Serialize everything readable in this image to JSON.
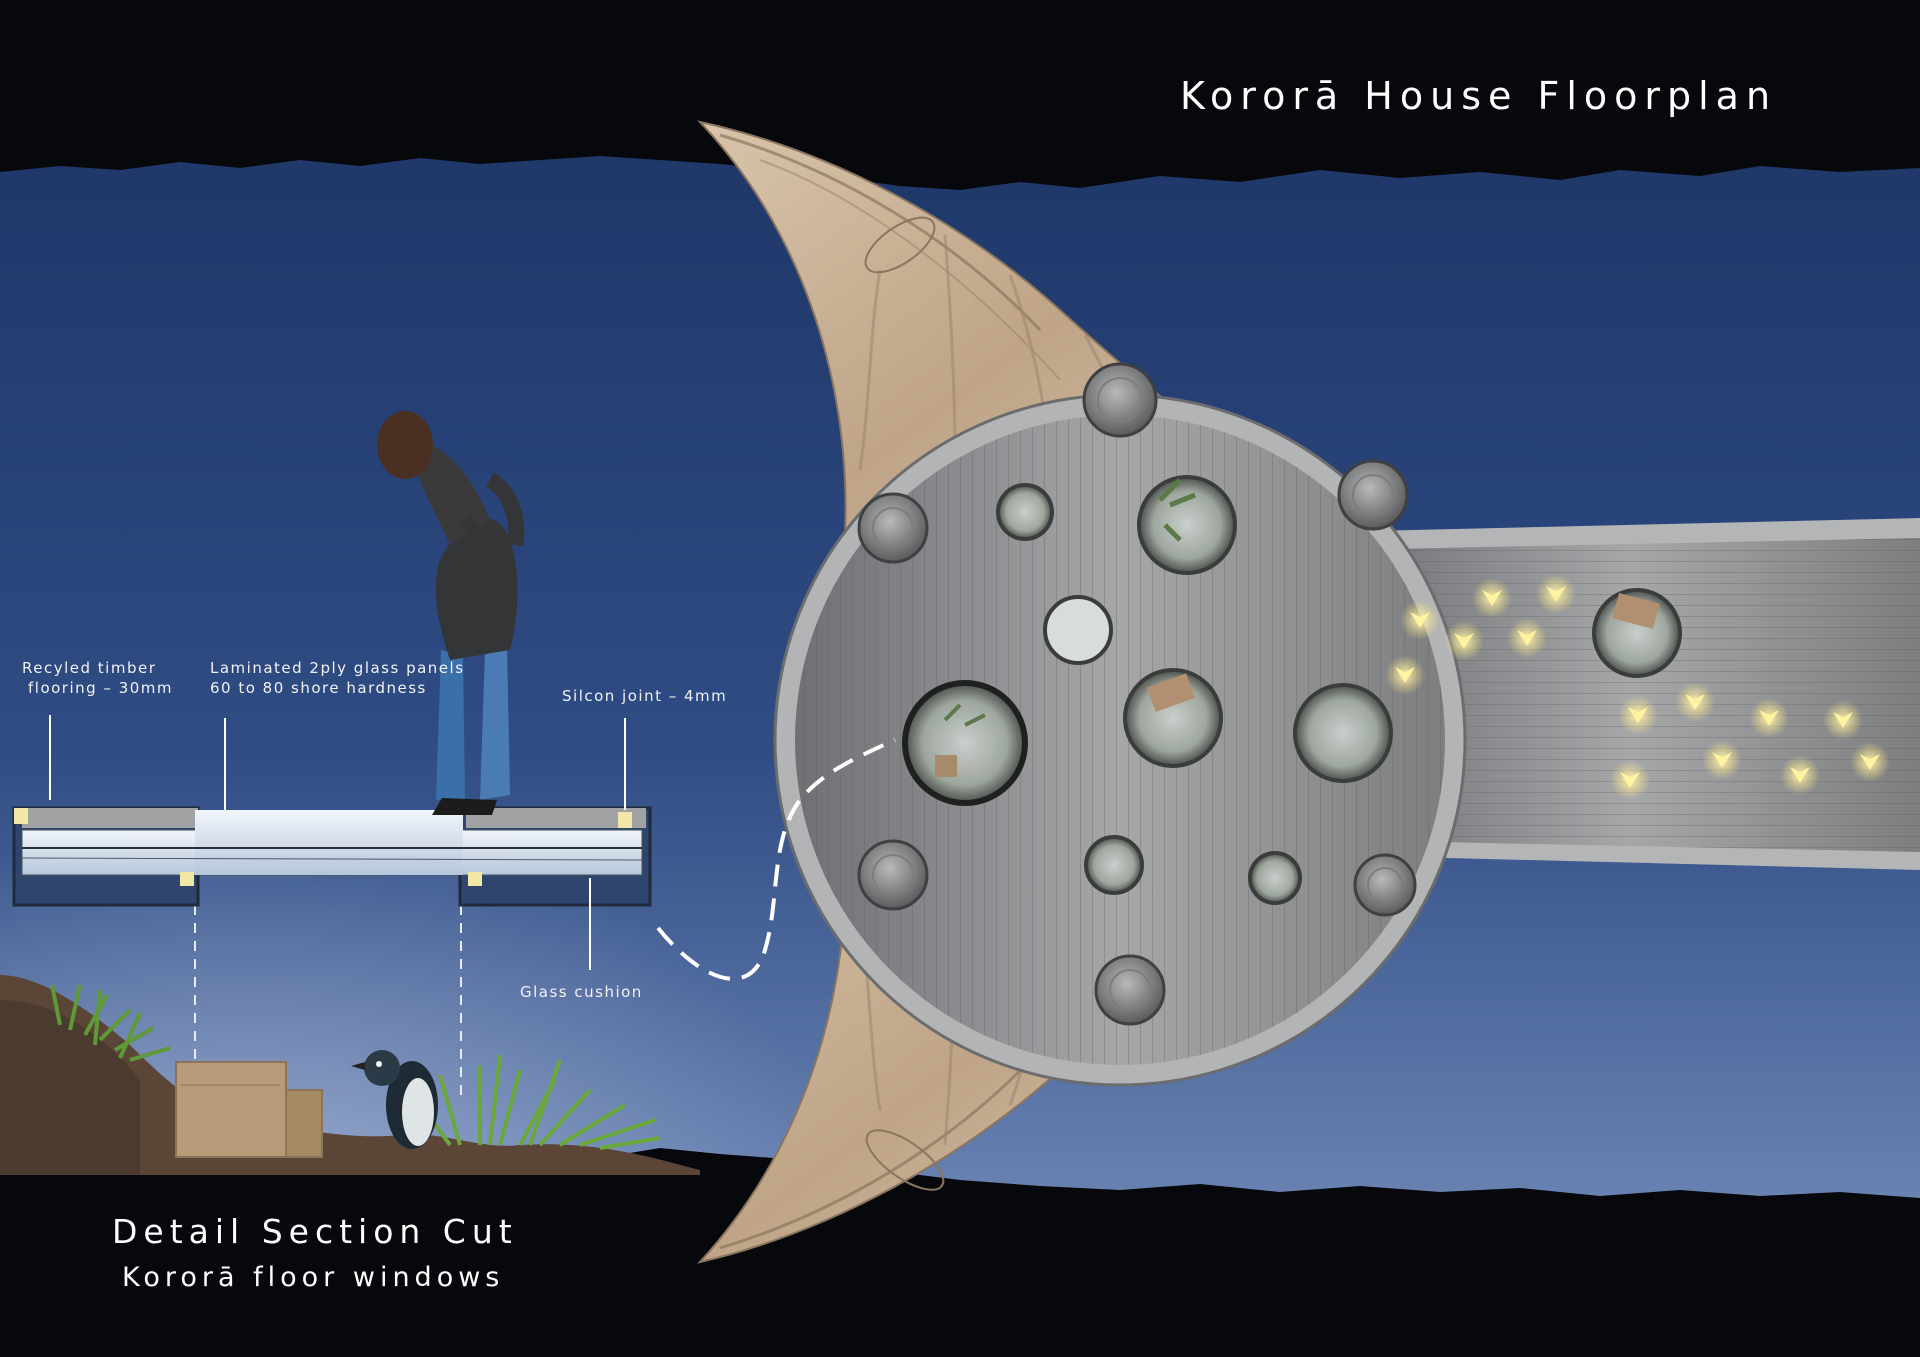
{
  "titles": {
    "floorplan": "Kororā House Floorplan",
    "section": "Detail Section Cut",
    "section_sub": "Kororā floor windows"
  },
  "annotations": {
    "timber_line1": "Recyled timber",
    "timber_line2": "flooring – 30mm",
    "glass_line1": "Laminated 2ply glass panels",
    "glass_line2": "60 to 80 shore hardness",
    "silicon": "Silcon joint – 4mm",
    "cushion": "Glass cushion"
  },
  "colors": {
    "sky_top": "#1d3566",
    "sky_bottom": "#6c86b7",
    "band": "#07080c",
    "wood": "#c9b094",
    "deck": "#8d8e90",
    "glow": "#ffe77a"
  }
}
